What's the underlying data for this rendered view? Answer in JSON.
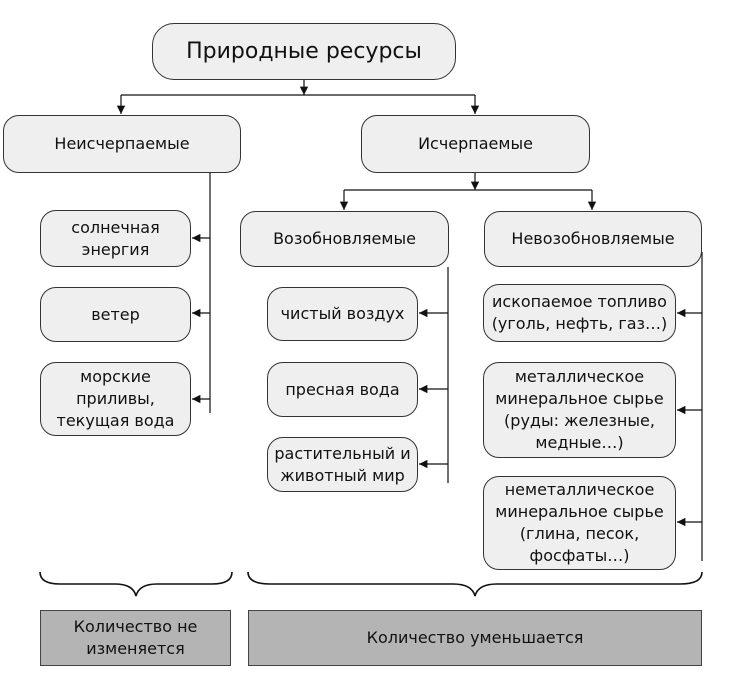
{
  "root": {
    "label": "Природные ресурсы"
  },
  "inexhaustible": {
    "label": "Неисчерпаемые",
    "items": [
      "солнечная\nэнергия",
      "ветер",
      "морские\nприливы,\nтекущая вода"
    ]
  },
  "exhaustible": {
    "label": "Исчерпаемые",
    "renewable": {
      "label": "Возобновляемые",
      "items": [
        "чистый воздух",
        "пресная вода",
        "растительный и\nживотный мир"
      ]
    },
    "nonrenewable": {
      "label": "Невозобновляемые",
      "items": [
        "ископаемое топливо\n(уголь, нефть, газ…)",
        "металлическое\nминеральное сырье\n(руды: железные,\nмедные…)",
        "неметаллическое\nминеральное сырье\n(глина, песок,\nфосфаты…)"
      ]
    }
  },
  "summary": {
    "left": "Количество не\nизменяется",
    "right": "Количество уменьшается"
  }
}
